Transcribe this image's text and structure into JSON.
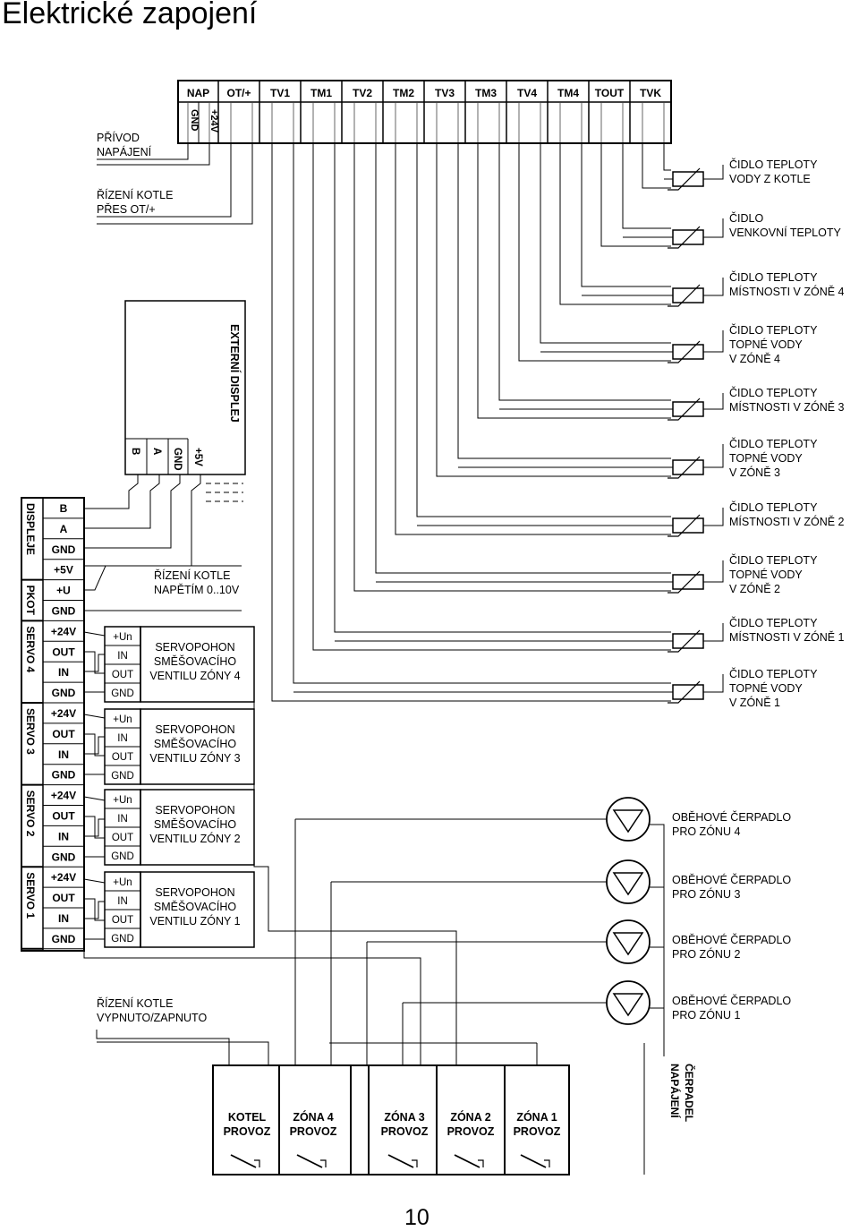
{
  "page": {
    "title": "Elektrické zapojení",
    "page_number": "10"
  },
  "terminal_block": {
    "labels": [
      "NAP",
      "OT/+",
      "TV1",
      "TM1",
      "TV2",
      "TM2",
      "TV3",
      "TM3",
      "TV4",
      "TM4",
      "TOUT",
      "TVK"
    ],
    "nap_sub": [
      "GND",
      "+24V"
    ]
  },
  "left_annotations": {
    "power": [
      "PŘÍVOD",
      "NAPÁJENÍ"
    ],
    "ot": [
      "ŘÍZENÍ KOTLE",
      "PŘES OT/+"
    ],
    "voltage": [
      "ŘÍZENÍ KOTLE",
      "NAPĚTÍM 0..10V"
    ],
    "onoff": [
      "ŘÍZENÍ KOTLE",
      "VYPNUTO/ZAPNUTO"
    ]
  },
  "display": {
    "title": "EXTERNÍ DISPLEJ",
    "pins": [
      "B",
      "A",
      "GND",
      "+5V"
    ]
  },
  "left_strip": {
    "groups": [
      {
        "name": "DISPLEJE",
        "pins": [
          "B",
          "A",
          "GND",
          "+5V"
        ]
      },
      {
        "name": "PKOT",
        "pins": [
          "+U",
          "GND"
        ]
      },
      {
        "name": "SERVO 4",
        "pins": [
          "+24V",
          "OUT",
          "IN",
          "GND"
        ]
      },
      {
        "name": "SERVO 3",
        "pins": [
          "+24V",
          "OUT",
          "IN",
          "GND"
        ]
      },
      {
        "name": "SERVO 2",
        "pins": [
          "+24V",
          "OUT",
          "IN",
          "GND"
        ]
      },
      {
        "name": "SERVO 1",
        "pins": [
          "+24V",
          "OUT",
          "IN",
          "GND"
        ]
      }
    ]
  },
  "servo_terminals": [
    "+Un",
    "IN",
    "OUT",
    "GND"
  ],
  "servos": [
    [
      "SERVOPOHON",
      "SMĚŠOVACÍHO",
      "VENTILU ZÓNY 4"
    ],
    [
      "SERVOPOHON",
      "SMĚŠOVACÍHO",
      "VENTILU ZÓNY 3"
    ],
    [
      "SERVOPOHON",
      "SMĚŠOVACÍHO",
      "VENTILU ZÓNY 2"
    ],
    [
      "SERVOPOHON",
      "SMĚŠOVACÍHO",
      "VENTILU ZÓNY 1"
    ]
  ],
  "sensors": [
    [
      "ČIDLO TEPLOTY",
      "VODY Z KOTLE"
    ],
    [
      "ČIDLO",
      "VENKOVNÍ TEPLOTY"
    ],
    [
      "ČIDLO TEPLOTY",
      "MÍSTNOSTI V ZÓNĚ 4"
    ],
    [
      "ČIDLO TEPLOTY",
      "TOPNÉ VODY",
      "V ZÓNĚ 4"
    ],
    [
      "ČIDLO TEPLOTY",
      "MÍSTNOSTI V ZÓNĚ 3"
    ],
    [
      "ČIDLO TEPLOTY",
      "TOPNÉ VODY",
      "V ZÓNĚ 3"
    ],
    [
      "ČIDLO TEPLOTY",
      "MÍSTNOSTI V ZÓNĚ 2"
    ],
    [
      "ČIDLO TEPLOTY",
      "TOPNÉ VODY",
      "V ZÓNĚ 2"
    ],
    [
      "ČIDLO TEPLOTY",
      "MÍSTNOSTI V ZÓNĚ 1"
    ],
    [
      "ČIDLO TEPLOTY",
      "TOPNÉ VODY",
      "V ZÓNĚ 1"
    ]
  ],
  "pumps": [
    [
      "OBĚHOVÉ ČERPADLO",
      "PRO ZÓNU 4"
    ],
    [
      "OBĚHOVÉ ČERPADLO",
      "PRO ZÓNU 3"
    ],
    [
      "OBĚHOVÉ ČERPADLO",
      "PRO ZÓNU 2"
    ],
    [
      "OBĚHOVÉ ČERPADLO",
      "PRO ZÓNU 1"
    ]
  ],
  "relays": [
    [
      "KOTEL",
      "PROVOZ"
    ],
    [
      "ZÓNA 4",
      "PROVOZ"
    ],
    [
      "ZÓNA 3",
      "PROVOZ"
    ],
    [
      "ZÓNA 2",
      "PROVOZ"
    ],
    [
      "ZÓNA 1",
      "PROVOZ"
    ]
  ],
  "pump_supply": [
    "NAPÁJENÍ",
    "ČERPADEL"
  ]
}
